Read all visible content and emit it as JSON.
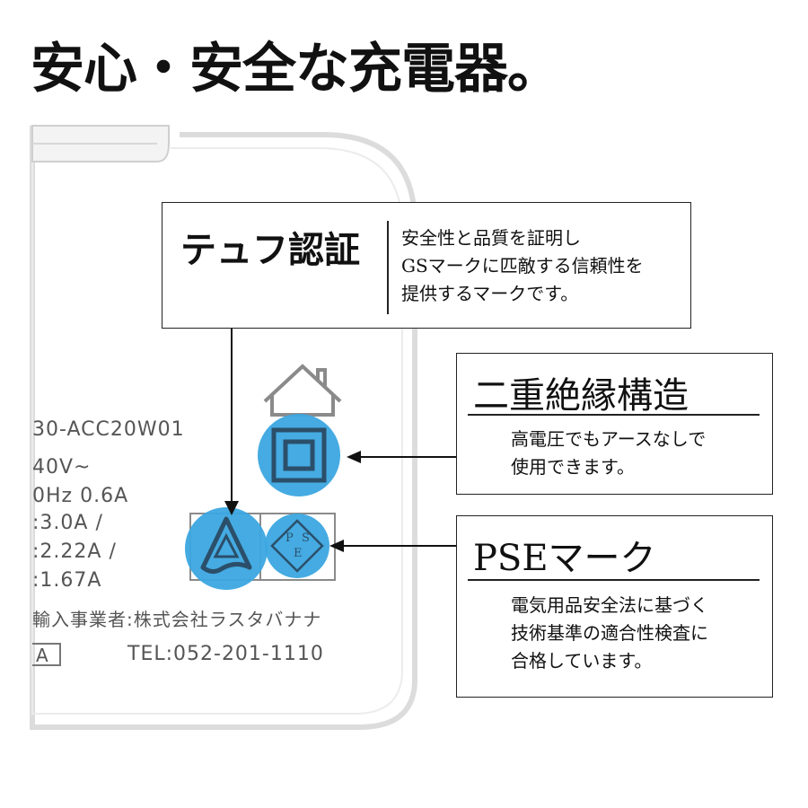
{
  "headline": "安心・安全な充電器。",
  "charger_label": {
    "model": "30-ACC20W01",
    "input_voltage": "40V~",
    "input_freq": "0Hz 0.6A",
    "output_1": ":3.0A /",
    "output_2": ":2.22A /",
    "output_3": ":1.67A",
    "importer": "輸入事業者:株式会社ラスタバナナ",
    "box_code": "A",
    "tel": "TEL:052-201-1110"
  },
  "pse_mark_letters": [
    "P",
    "S",
    "E"
  ],
  "callouts": {
    "tuv": {
      "title": "テュフ認証",
      "lines": [
        "安全性と品質を証明し",
        "GSマークに匹敵する信頼性を",
        "提供するマークです。"
      ]
    },
    "double_insulation": {
      "title": "二重絶縁構造",
      "lines": [
        "高電圧でもアースなしで",
        "使用できます。"
      ]
    },
    "pse": {
      "title": "PSEマーク",
      "lines": [
        "電気用品安全法に基づく",
        "技術基準の適合性検査に",
        "合格しています。"
      ]
    }
  },
  "colors": {
    "highlight": "#3ba7e0",
    "border": "#222222",
    "device_outline": "#d9d9d9"
  }
}
